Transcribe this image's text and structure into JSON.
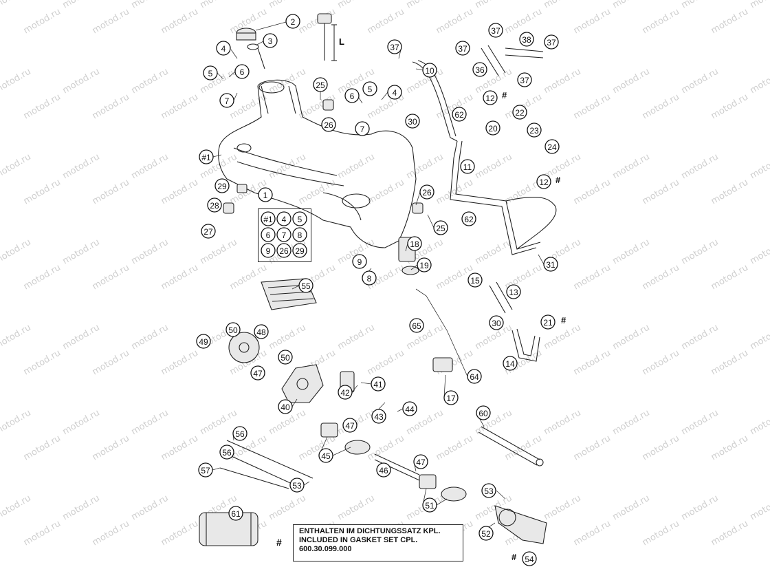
{
  "watermark": "motod.ru",
  "dimension_label": "L",
  "note": {
    "hash": "#",
    "line1": "ENTHALTEN IM DICHTUNGSSATZ KPL.",
    "line2": "INCLUDED IN GASKET SET CPL.",
    "line3": "600.30.099.000"
  },
  "kit_items": [
    "#1",
    "4",
    "5",
    "6",
    "7",
    "8",
    "9",
    "26",
    "29"
  ],
  "callouts": [
    {
      "label": "2"
    },
    {
      "label": "3"
    },
    {
      "label": "4"
    },
    {
      "label": "5"
    },
    {
      "label": "6"
    },
    {
      "label": "7"
    },
    {
      "label": "#1"
    },
    {
      "label": "25"
    },
    {
      "label": "26"
    },
    {
      "label": "6"
    },
    {
      "label": "5"
    },
    {
      "label": "4"
    },
    {
      "label": "7"
    },
    {
      "label": "37"
    },
    {
      "label": "10"
    },
    {
      "label": "30"
    },
    {
      "label": "37"
    },
    {
      "label": "38"
    },
    {
      "label": "37"
    },
    {
      "label": "37"
    },
    {
      "label": "36"
    },
    {
      "label": "37"
    },
    {
      "label": "12"
    },
    {
      "label": "62"
    },
    {
      "label": "22"
    },
    {
      "label": "20"
    },
    {
      "label": "23"
    },
    {
      "label": "24"
    },
    {
      "label": "11"
    },
    {
      "label": "12"
    },
    {
      "label": "29"
    },
    {
      "label": "28"
    },
    {
      "label": "27"
    },
    {
      "label": "1"
    },
    {
      "label": "26"
    },
    {
      "label": "25"
    },
    {
      "label": "62"
    },
    {
      "label": "18"
    },
    {
      "label": "9"
    },
    {
      "label": "8"
    },
    {
      "label": "19"
    },
    {
      "label": "31"
    },
    {
      "label": "55"
    },
    {
      "label": "15"
    },
    {
      "label": "13"
    },
    {
      "label": "65"
    },
    {
      "label": "30"
    },
    {
      "label": "21"
    },
    {
      "label": "50"
    },
    {
      "label": "48"
    },
    {
      "label": "49"
    },
    {
      "label": "50"
    },
    {
      "label": "47"
    },
    {
      "label": "14"
    },
    {
      "label": "64"
    },
    {
      "label": "41"
    },
    {
      "label": "42"
    },
    {
      "label": "40"
    },
    {
      "label": "43"
    },
    {
      "label": "44"
    },
    {
      "label": "17"
    },
    {
      "label": "60"
    },
    {
      "label": "47"
    },
    {
      "label": "56"
    },
    {
      "label": "45"
    },
    {
      "label": "56"
    },
    {
      "label": "47"
    },
    {
      "label": "46"
    },
    {
      "label": "57"
    },
    {
      "label": "53"
    },
    {
      "label": "53"
    },
    {
      "label": "51"
    },
    {
      "label": "61"
    },
    {
      "label": "52"
    },
    {
      "label": "54"
    }
  ],
  "hash_marks": [
    "#",
    "#",
    "#",
    "#"
  ]
}
